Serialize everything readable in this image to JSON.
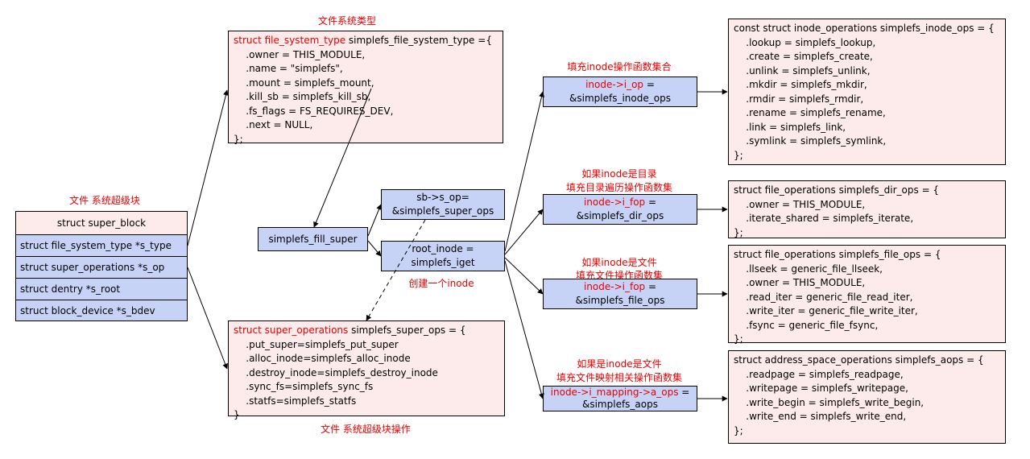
{
  "labels": {
    "fs_type": "文件系统类型",
    "super_block": "文件 系统超级块",
    "super_ops": "文件 系统超级块操作",
    "create_inode": "创建一个inode",
    "fill_inode_ops": "填充inode操作函数集合",
    "if_dir_1": "如果inode是目录",
    "if_dir_2": "填充目录遍历操作函数集",
    "if_file_1": "如果inode是文件",
    "if_file_2": "填充文件操作函数集",
    "if_file_map_1": "如果是inode是文件",
    "if_file_map_2": "填充文件映射相关操作函数集"
  },
  "super_block": {
    "header": "struct super_block",
    "fields": [
      "struct file_system_type *s_type",
      "struct super_operations *s_op",
      "struct dentry *s_root",
      "struct block_device *s_bdev"
    ]
  },
  "fs_type_box": {
    "decl_red": "struct file_system_type",
    "decl_rest": " simplefs_file_system_type ={",
    "lines": [
      "    .owner = THIS_MODULE,",
      "    .name = \"simplefs\",",
      "    .mount = simplefs_mount,",
      "    .kill_sb = simplefs_kill_sb,",
      "    .fs_flags = FS_REQUIRES_DEV,",
      "    .next = NULL,",
      "};"
    ]
  },
  "super_ops_box": {
    "decl_red": "struct super_operations",
    "decl_rest": " simplefs_super_ops = {",
    "lines": [
      "    .put_super=simplefs_put_super",
      "    .alloc_inode=simplefs_alloc_inode",
      "    .destroy_inode=simplefs_destroy_inode",
      "    .sync_fs=simplefs_sync_fs",
      "    .statfs=simplefs_statfs",
      "}"
    ]
  },
  "fill_super": "simplefs_fill_super",
  "sb_op": {
    "line1": "sb->s_op=",
    "line2": "&simplefs_super_ops"
  },
  "root_inode": {
    "line1": "root_inode =",
    "line2": "simplefs_iget"
  },
  "i_op": {
    "red": "inode->i_op",
    "rest": " =",
    "line2": "&simplefs_inode_ops"
  },
  "i_fop_dir": {
    "red": "inode->i_fop",
    "rest": " =",
    "line2": "&simplefs_dir_ops"
  },
  "i_fop_file": {
    "red": "inode->i_fop",
    "rest": " =",
    "line2": "&simplefs_file_ops"
  },
  "i_mapping": {
    "red": "inode->i_mapping->a_ops",
    "rest": " =",
    "line2": "&simplefs_aops"
  },
  "inode_ops_box": {
    "lines": [
      "const struct inode_operations simplefs_inode_ops = {",
      "    .lookup = simplefs_lookup,",
      "    .create = simplefs_create,",
      "    .unlink = simplefs_unlink,",
      "    .mkdir = simplefs_mkdir,",
      "    .rmdir = simplefs_rmdir,",
      "    .rename = simplefs_rename,",
      "    .link = simplefs_link,",
      "    .symlink = simplefs_symlink,",
      "};"
    ]
  },
  "dir_ops_box": {
    "lines": [
      "struct file_operations simplefs_dir_ops = {",
      "    .owner = THIS_MODULE,",
      "    .iterate_shared = simplefs_iterate,",
      "};"
    ]
  },
  "file_ops_box": {
    "lines": [
      "struct file_operations simplefs_file_ops = {",
      "    .llseek = generic_file_llseek,",
      "    .owner = THIS_MODULE,",
      "    .read_iter = generic_file_read_iter,",
      "    .write_iter = generic_file_write_iter,",
      "    .fsync = generic_file_fsync,",
      "};"
    ]
  },
  "aops_box": {
    "lines": [
      "struct address_space_operations simplefs_aops = {",
      "    .readpage = simplefs_readpage,",
      "    .writepage = simplefs_writepage,",
      "    .write_begin = simplefs_write_begin,",
      "    .write_end = simplefs_write_end,",
      "};"
    ]
  },
  "colors": {
    "pink": "#fdeaea",
    "blue": "#c7d3f6",
    "red": "#e60000"
  }
}
